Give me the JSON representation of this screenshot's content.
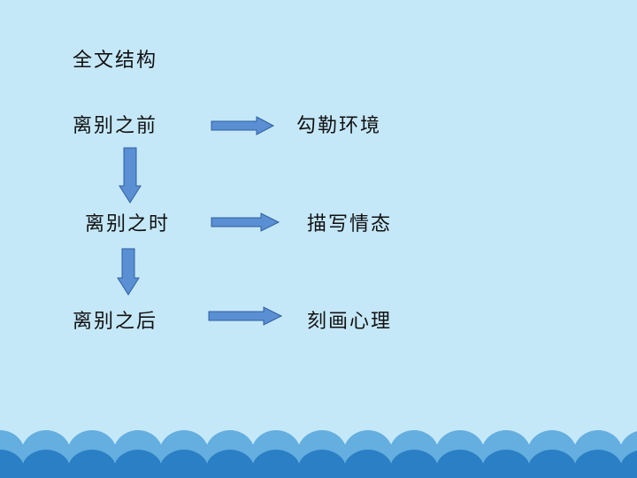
{
  "slide": {
    "title": "全文结构",
    "rows": [
      {
        "stage": "离别之前",
        "result": "勾勒环境"
      },
      {
        "stage": "离别之时",
        "result": "描写情态"
      },
      {
        "stage": "离别之后",
        "result": "刻画心理"
      }
    ]
  },
  "colors": {
    "background": "#c5e8f8",
    "arrow_fill": "#5a8fd4",
    "arrow_stroke": "#2f5f9e",
    "wave_dark": "#2a7fc5",
    "wave_light": "#64aee0"
  }
}
